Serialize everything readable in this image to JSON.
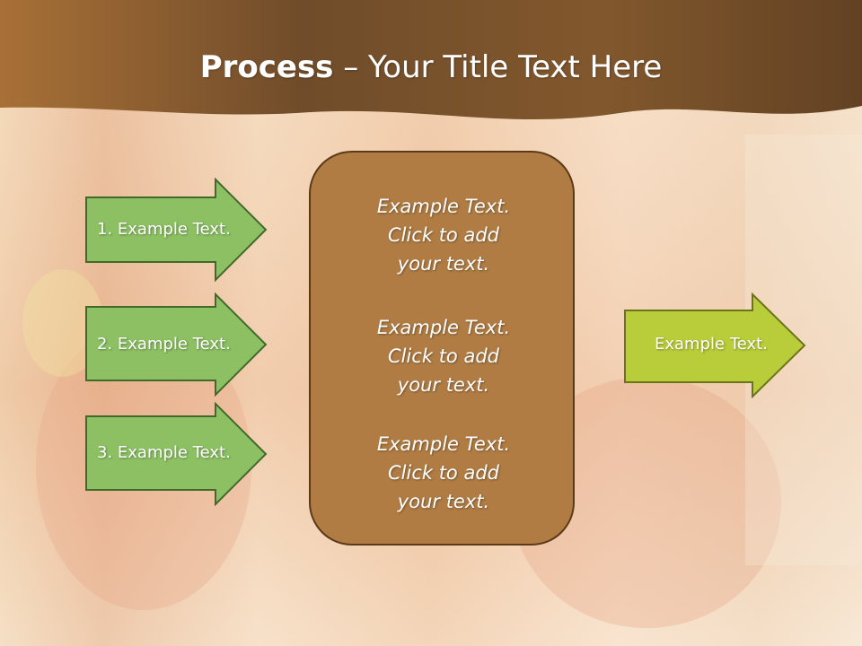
{
  "slide": {
    "title_bold": "Process",
    "title_rest": " – Your Title Text Here"
  },
  "inputs": [
    {
      "label": "1. Example Text."
    },
    {
      "label": "2. Example Text."
    },
    {
      "label": "3. Example Text."
    }
  ],
  "center": {
    "paragraphs": [
      {
        "line1": "Example Text.",
        "line2": "Click  to add",
        "line3": "your text."
      },
      {
        "line1": "Example Text.",
        "line2": "Click  to add",
        "line3": "your text."
      },
      {
        "line1": "Example Text.",
        "line2": "Click  to add",
        "line3": "your text."
      }
    ]
  },
  "output": {
    "label": "Example Text."
  },
  "colors": {
    "header": "#6b4727",
    "input_arrow": "#8cc063",
    "output_arrow": "#b9cc3a",
    "center_box": "#b07c43"
  }
}
